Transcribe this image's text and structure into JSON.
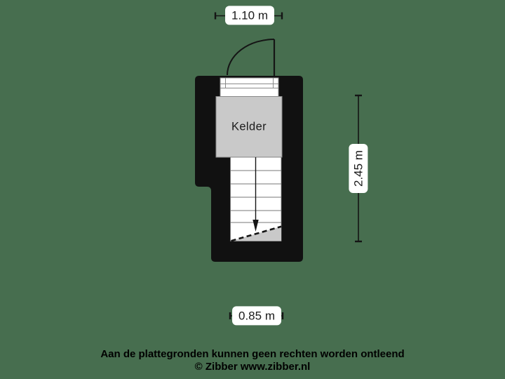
{
  "plan": {
    "room_label": "Kelder",
    "dimensions": {
      "width_top": "1.10 m",
      "height_right": "2.45 m",
      "width_bottom": "0.85 m"
    },
    "stairs": {
      "arrow_icon": "arrow-down",
      "direction": "down"
    }
  },
  "footer": {
    "disclaimer": "Aan de plattegronden kunnen geen rechten worden ontleend",
    "copyright": "© Zibber www.zibber.nl"
  },
  "colors": {
    "background": "#476e4f",
    "wall": "#111111",
    "room_fill": "#c9c9c9",
    "room_border": "#8a8a8a",
    "stair_line": "#777777",
    "label_background": "#ffffff",
    "text": "#1a1a1a"
  }
}
